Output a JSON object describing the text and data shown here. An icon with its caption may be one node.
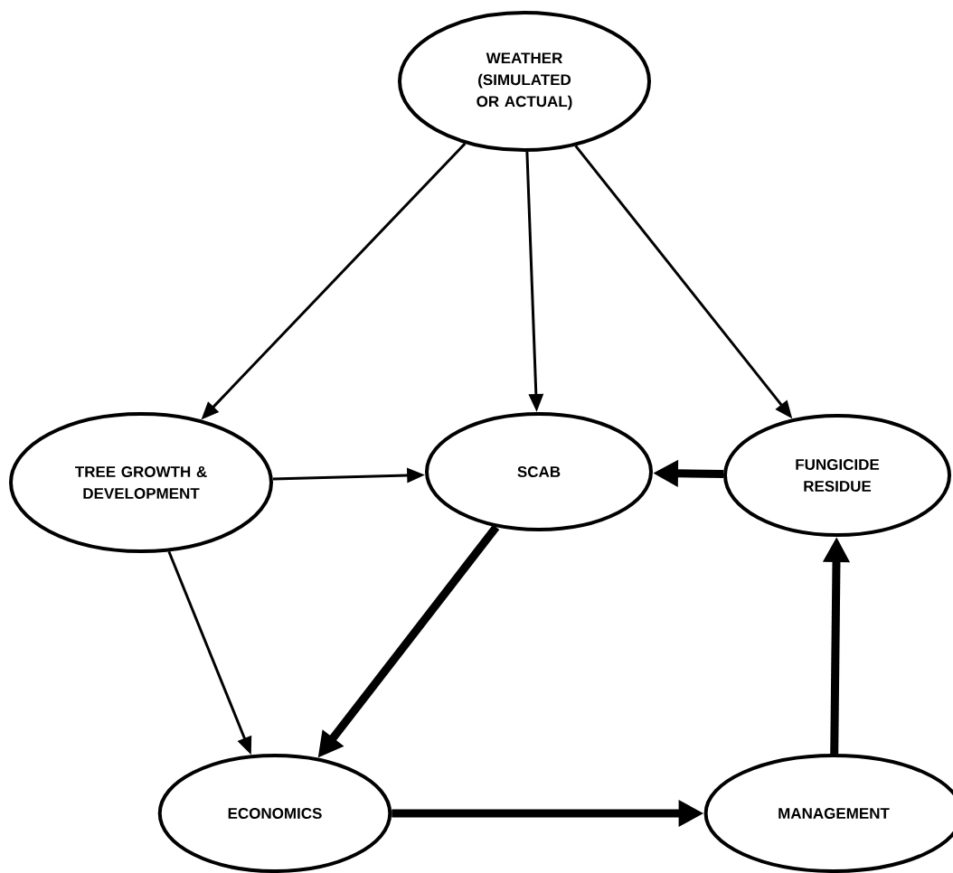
{
  "diagram": {
    "nodes": [
      {
        "text": [
          "WEATHER (SIMULATED OR ACTUAL)"
        ]
      },
      {
        "text": [
          "TREE GROWTH & DEVELOPMENT"
        ]
      },
      {
        "text": [
          "SCAB"
        ]
      },
      {
        "text": [
          "FUNGICIDE RESIDUE"
        ]
      },
      {
        "text": [
          "ECONOMICS"
        ]
      },
      {
        "text": [
          "MANAGEMENT"
        ]
      }
    ],
    "edges": [
      {
        "from": 0,
        "to": 1,
        "arrow": "to"
      },
      {
        "from": 0,
        "to": 2,
        "arrow": "to"
      },
      {
        "from": 0,
        "to": 3,
        "arrow": "to"
      },
      {
        "from": 1,
        "to": 2,
        "arrow": "to"
      },
      {
        "from": 3,
        "to": 2,
        "arrow": "to",
        "style": "thick"
      },
      {
        "from": 1,
        "to": 4,
        "arrow": "to"
      },
      {
        "from": 2,
        "to": 4,
        "arrow": "to",
        "style": "thick"
      },
      {
        "from": 4,
        "to": 5,
        "arrow": "to",
        "style": "thick"
      },
      {
        "from": 5,
        "to": 3,
        "arrow": "to",
        "style": "thick"
      }
    ]
  }
}
